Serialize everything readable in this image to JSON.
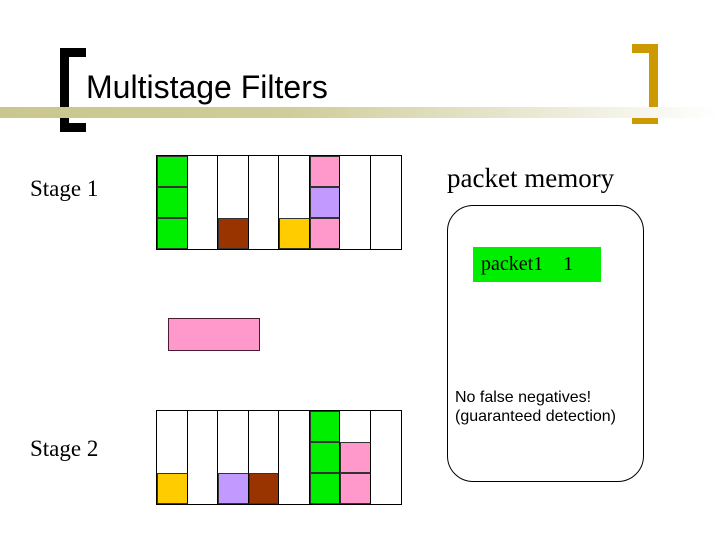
{
  "slide": {
    "title": "Multistage Filters",
    "accent_gold": "#cc9900",
    "rule_color": "#c9c78f"
  },
  "palette": {
    "green": "#00ee00",
    "pink": "#ff99cc",
    "purple": "#c299ff",
    "brown": "#993300",
    "gold": "#ffcc00",
    "empty": "#ffffff",
    "border": "#000000"
  },
  "stages": [
    {
      "label": "Stage 1",
      "columns": 8,
      "rows": 3,
      "cells": [
        [
          "green",
          "empty",
          "empty",
          "empty",
          "empty",
          "pink",
          "empty",
          "empty"
        ],
        [
          "green",
          "empty",
          "empty",
          "empty",
          "empty",
          "purple",
          "empty",
          "empty"
        ],
        [
          "green",
          "empty",
          "brown",
          "empty",
          "gold",
          "pink",
          "empty",
          "empty"
        ]
      ]
    },
    {
      "label": "Stage 2",
      "columns": 8,
      "rows": 3,
      "cells": [
        [
          "empty",
          "empty",
          "empty",
          "empty",
          "empty",
          "green",
          "empty",
          "empty"
        ],
        [
          "empty",
          "empty",
          "empty",
          "empty",
          "empty",
          "green",
          "pink",
          "empty"
        ],
        [
          "gold",
          "empty",
          "purple",
          "brown",
          "empty",
          "green",
          "pink",
          "empty"
        ]
      ]
    }
  ],
  "pink_bar": {
    "color": "pink"
  },
  "packet_memory": {
    "title": "packet memory",
    "entry": "packet1    1",
    "entry_color": "green",
    "note_line1": "No false negatives!",
    "note_line2": "(guaranteed detection)"
  }
}
